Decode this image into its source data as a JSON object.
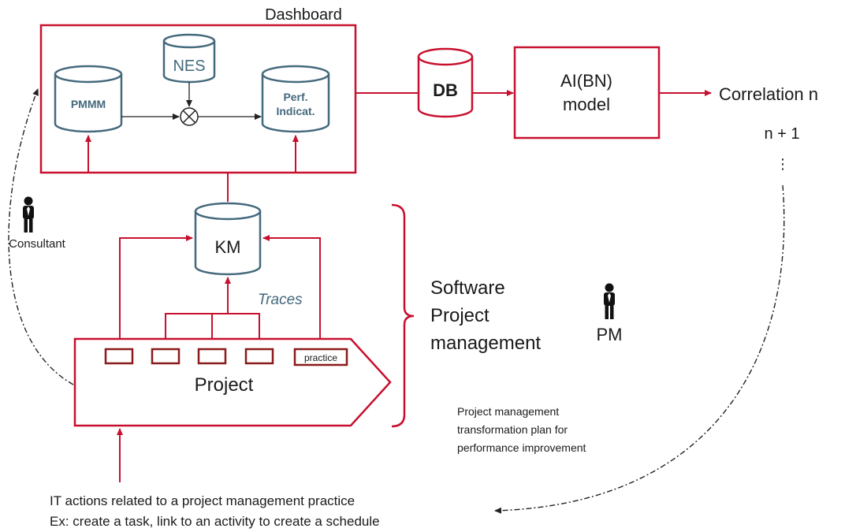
{
  "colors": {
    "accent": "#c8102e",
    "cylinder": "#44697d",
    "text": "#1a1a1a",
    "connector": "#222222"
  },
  "labels": {
    "dashboard": "Dashboard",
    "nes": "NES",
    "pmmm": "PMMM",
    "perf_line1": "Perf.",
    "perf_line2": "Indicat.",
    "db": "DB",
    "ai_line1": "AI(BN)",
    "ai_line2": "model",
    "correlation": "Correlation n",
    "n_plus_1": "n + 1",
    "ellipsis": "⋮",
    "km": "KM",
    "traces": "Traces",
    "consultant": "Consultant",
    "software_line1": "Software",
    "software_line2": "Project",
    "software_line3": "management",
    "pm": "PM",
    "project": "Project",
    "practice": "practice",
    "plan_line1": "Project management",
    "plan_line2": "transformation plan for",
    "plan_line3": "performance improvement",
    "it_line1": "IT actions related to a project management practice",
    "it_line2": "Ex: create a task, link to an activity to create a schedule"
  },
  "icons": {
    "consultant": "person-icon",
    "pm": "person-icon",
    "combine": "circle-cross-icon"
  }
}
